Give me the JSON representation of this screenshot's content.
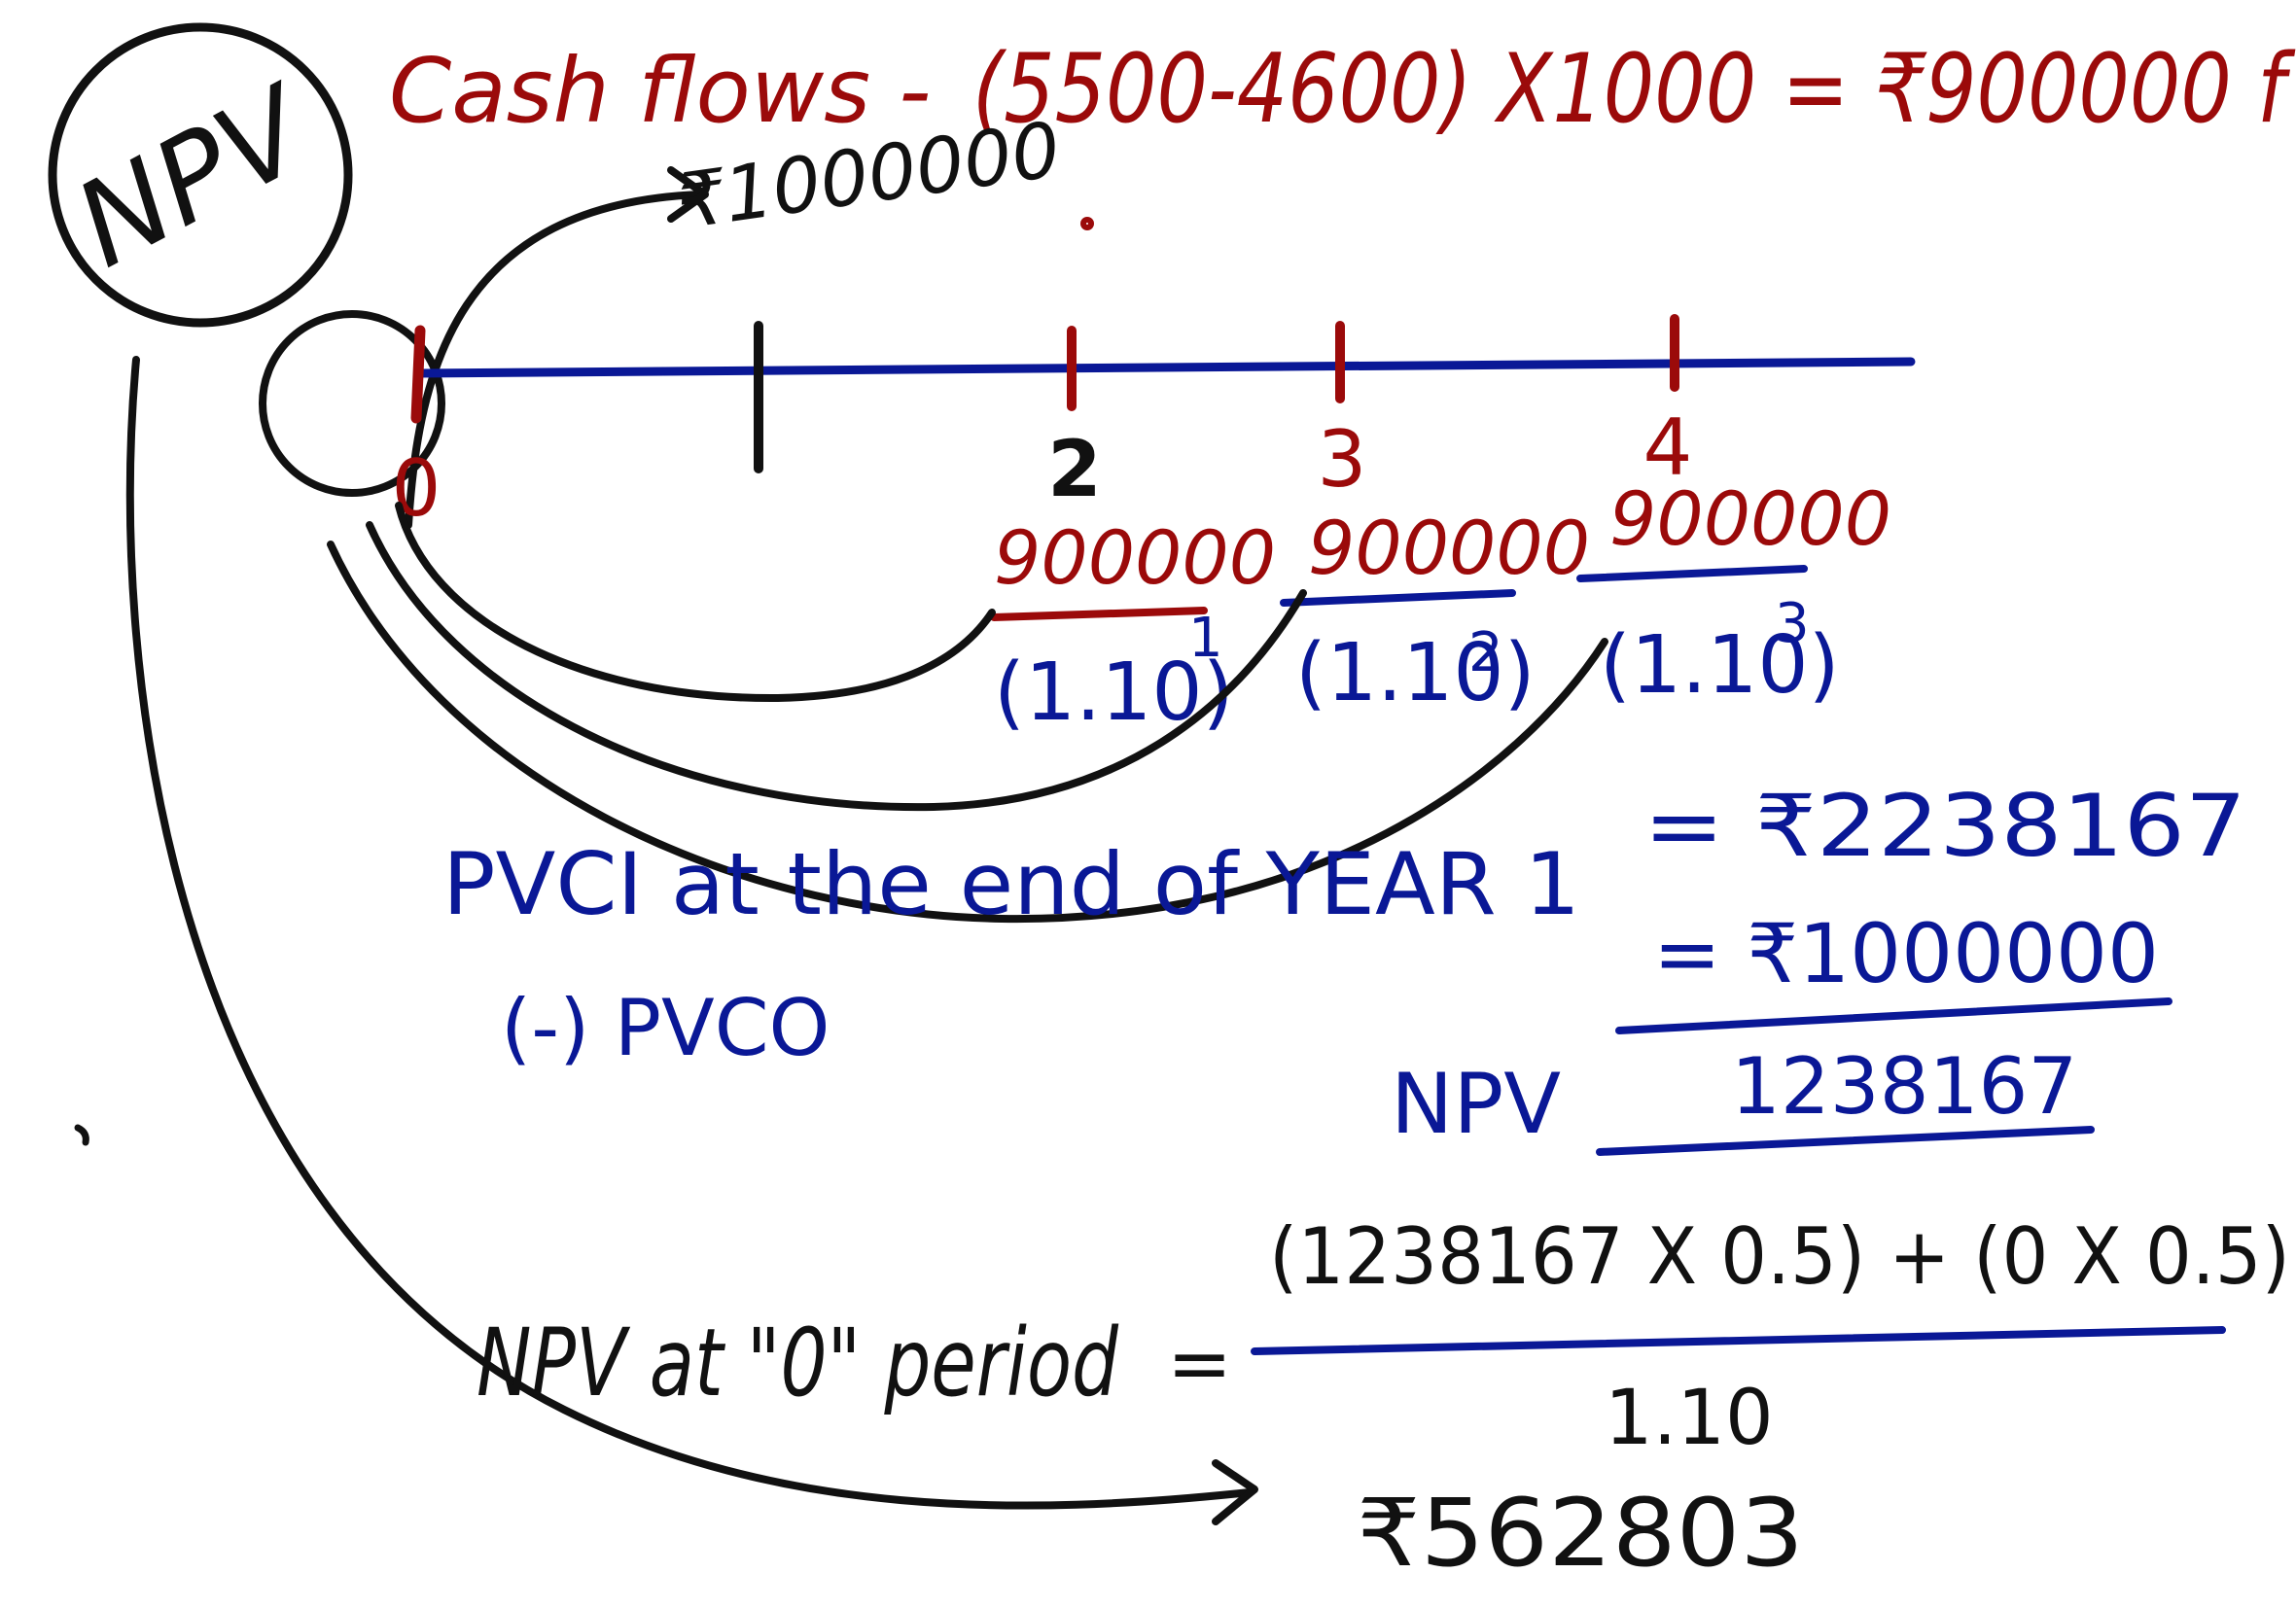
{
  "colors": {
    "red_ink": "#9b0a0a",
    "blue_ink": "#0a1896",
    "black_ink": "#111111"
  },
  "header": {
    "cash_flows_label": "Cash flows -",
    "cash_flows_formula": "(5500-4600) X1000 = ₹900000 f"
  },
  "timeline": {
    "circled_label": "NPV",
    "outflow_amount": "₹1000000",
    "ticks": [
      {
        "label": "0"
      },
      {
        "label": ""
      },
      {
        "label": "2"
      },
      {
        "label": "3"
      },
      {
        "label": "4"
      }
    ],
    "discounted_flows": [
      {
        "numerator": "900000",
        "denominator": "(1.10)",
        "power": "1"
      },
      {
        "numerator": "900000",
        "denominator": "(1.10)",
        "power": "2"
      },
      {
        "numerator": "900000",
        "denominator": "(1.10)",
        "power": "3"
      }
    ]
  },
  "npv_calc": {
    "pvci_label": "PVCI at the end of YEAR 1",
    "pvci_value": "= ₹2238167",
    "pvco_label": "(-) PVCO",
    "pvco_value": "= ₹1000000",
    "npv_label": "NPV",
    "npv_value": "1238167"
  },
  "final_calc": {
    "label": "NPV at \"0\" period",
    "equals": "=",
    "numerator": "(1238167 X 0.5) + (0 X 0.5)",
    "denominator": "1.10",
    "result": "₹562803"
  }
}
